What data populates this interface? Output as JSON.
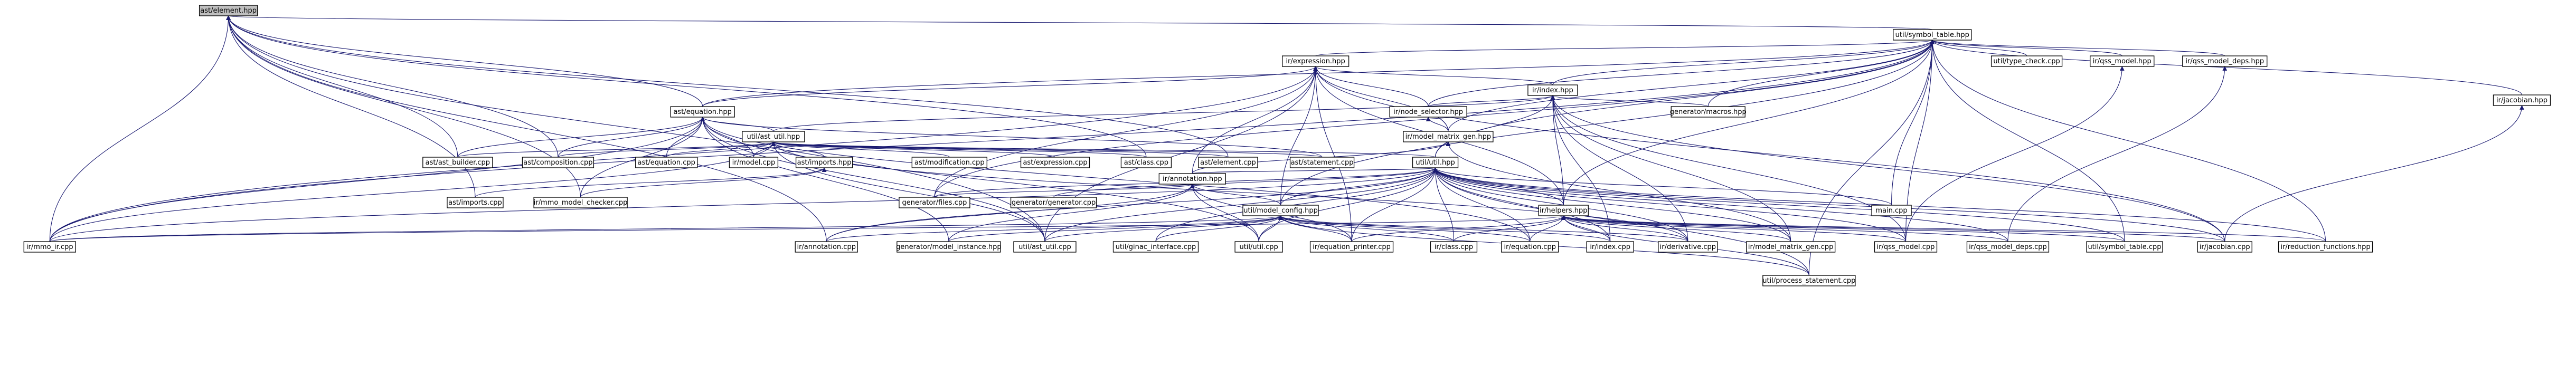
{
  "graph": {
    "root_node": "ast/element.hpp",
    "nodes": [
      {
        "id": "ast_element_hpp",
        "label": "ast/element.hpp",
        "color": "black",
        "kind": "root"
      },
      {
        "id": "util_symbol_table_hpp",
        "label": "util/symbol_table.hpp",
        "color": "black",
        "kind": "file"
      },
      {
        "id": "ir_expression_hpp",
        "label": "ir/expression.hpp",
        "color": "red",
        "kind": "header"
      },
      {
        "id": "ast_equation_hpp",
        "label": "ast/equation.hpp",
        "color": "black",
        "kind": "file"
      },
      {
        "id": "util_type_check_cpp",
        "label": "util/type_check.cpp",
        "color": "black",
        "kind": "file"
      },
      {
        "id": "ir_qss_model_hpp",
        "label": "ir/qss_model.hpp",
        "color": "red",
        "kind": "header"
      },
      {
        "id": "ir_qss_model_deps_hpp",
        "label": "ir/qss_model_deps.hpp",
        "color": "red",
        "kind": "header"
      },
      {
        "id": "ir_jacobian_hpp",
        "label": "ir/jacobian.hpp",
        "color": "red",
        "kind": "header"
      },
      {
        "id": "ir_index_hpp",
        "label": "ir/index.hpp",
        "color": "red",
        "kind": "header"
      },
      {
        "id": "generator_macros_hpp",
        "label": "generator/macros.hpp",
        "color": "red",
        "kind": "header"
      },
      {
        "id": "ir_node_selector_hpp",
        "label": "ir/node_selector.hpp",
        "color": "red",
        "kind": "header"
      },
      {
        "id": "ir_model_matrix_gen_hpp",
        "label": "ir/model_matrix_gen.hpp",
        "color": "red",
        "kind": "header"
      },
      {
        "id": "util_ast_util_hpp",
        "label": "util/ast_util.hpp",
        "color": "red",
        "kind": "header"
      },
      {
        "id": "ast_imports_hpp",
        "label": "ast/imports.hpp",
        "color": "red",
        "kind": "header"
      },
      {
        "id": "util_util_hpp",
        "label": "util/util.hpp",
        "color": "black",
        "kind": "file"
      },
      {
        "id": "ir_annotation_hpp",
        "label": "ir/annotation.hpp",
        "color": "red",
        "kind": "header"
      },
      {
        "id": "util_model_config_hpp",
        "label": "util/model_config.hpp",
        "color": "black",
        "kind": "file"
      },
      {
        "id": "ir_helpers_hpp",
        "label": "ir/helpers.hpp",
        "color": "red",
        "kind": "header"
      },
      {
        "id": "ast_ast_builder_cpp",
        "label": "ast/ast_builder.cpp",
        "color": "black",
        "kind": "source"
      },
      {
        "id": "ast_composition_cpp",
        "label": "ast/composition.cpp",
        "color": "black",
        "kind": "source"
      },
      {
        "id": "ast_equation_cpp",
        "label": "ast/equation.cpp",
        "color": "black",
        "kind": "source"
      },
      {
        "id": "ir_model_cpp",
        "label": "ir/model.cpp",
        "color": "black",
        "kind": "source"
      },
      {
        "id": "ast_modification_cpp",
        "label": "ast/modification.cpp",
        "color": "black",
        "kind": "source"
      },
      {
        "id": "ast_expression_cpp",
        "label": "ast/expression.cpp",
        "color": "black",
        "kind": "source"
      },
      {
        "id": "ast_class_cpp",
        "label": "ast/class.cpp",
        "color": "black",
        "kind": "source"
      },
      {
        "id": "ast_element_cpp",
        "label": "ast/element.cpp",
        "color": "black",
        "kind": "source"
      },
      {
        "id": "ast_statement_cpp",
        "label": "ast/statement.cpp",
        "color": "black",
        "kind": "source"
      },
      {
        "id": "main_cpp",
        "label": "main.cpp",
        "color": "black",
        "kind": "source"
      },
      {
        "id": "ast_imports_cpp",
        "label": "ast/imports.cpp",
        "color": "black",
        "kind": "source"
      },
      {
        "id": "ir_mmo_model_checker_cpp",
        "label": "ir/mmo_model_checker.cpp",
        "color": "black",
        "kind": "source"
      },
      {
        "id": "generator_files_cpp",
        "label": "generator/files.cpp",
        "color": "black",
        "kind": "source"
      },
      {
        "id": "generator_generator_cpp",
        "label": "generator/generator.cpp",
        "color": "black",
        "kind": "source"
      },
      {
        "id": "ir_mmo_ir_cpp",
        "label": "ir/mmo_ir.cpp",
        "color": "black",
        "kind": "source"
      },
      {
        "id": "ir_annotation_cpp",
        "label": "ir/annotation.cpp",
        "color": "black",
        "kind": "source"
      },
      {
        "id": "generator_model_instance_hpp",
        "label": "generator/model_instance.hpp",
        "color": "red",
        "kind": "header"
      },
      {
        "id": "util_ast_util_cpp",
        "label": "util/ast_util.cpp",
        "color": "black",
        "kind": "source"
      },
      {
        "id": "util_ginac_interface_cpp",
        "label": "util/ginac_interface.cpp",
        "color": "black",
        "kind": "source"
      },
      {
        "id": "util_util_cpp",
        "label": "util/util.cpp",
        "color": "black",
        "kind": "source"
      },
      {
        "id": "ir_equation_printer_cpp",
        "label": "ir/equation_printer.cpp",
        "color": "black",
        "kind": "source"
      },
      {
        "id": "ir_class_cpp",
        "label": "ir/class.cpp",
        "color": "black",
        "kind": "source"
      },
      {
        "id": "ir_equation_cpp",
        "label": "ir/equation.cpp",
        "color": "black",
        "kind": "source"
      },
      {
        "id": "ir_index_cpp",
        "label": "ir/index.cpp",
        "color": "black",
        "kind": "source"
      },
      {
        "id": "ir_derivative_cpp",
        "label": "ir/derivative.cpp",
        "color": "black",
        "kind": "source"
      },
      {
        "id": "ir_model_matrix_gen_cpp",
        "label": "ir/model_matrix_gen.cpp",
        "color": "black",
        "kind": "source"
      },
      {
        "id": "ir_qss_model_cpp",
        "label": "ir/qss_model.cpp",
        "color": "black",
        "kind": "source"
      },
      {
        "id": "ir_qss_model_deps_cpp",
        "label": "ir/qss_model_deps.cpp",
        "color": "black",
        "kind": "source"
      },
      {
        "id": "util_symbol_table_cpp",
        "label": "util/symbol_table.cpp",
        "color": "black",
        "kind": "source"
      },
      {
        "id": "ir_jacobian_cpp",
        "label": "ir/jacobian.cpp",
        "color": "black",
        "kind": "source"
      },
      {
        "id": "ir_reduction_functions_hpp",
        "label": "ir/reduction_functions.hpp",
        "color": "red",
        "kind": "header"
      },
      {
        "id": "util_process_statement_cpp",
        "label": "util/process_statement.cpp",
        "color": "black",
        "kind": "source"
      }
    ],
    "edges": [
      [
        "ast_element_hpp",
        "util_symbol_table_hpp"
      ],
      [
        "ast_element_hpp",
        "ast_equation_hpp"
      ],
      [
        "ast_element_hpp",
        "ast_ast_builder_cpp"
      ],
      [
        "ast_element_hpp",
        "ast_composition_cpp"
      ],
      [
        "ast_element_hpp",
        "ast_class_cpp"
      ],
      [
        "ast_element_hpp",
        "ast_element_cpp"
      ],
      [
        "ast_element_hpp",
        "ir_mmo_ir_cpp"
      ],
      [
        "ast_element_hpp",
        "ast_imports_cpp"
      ],
      [
        "ast_element_hpp",
        "ir_mmo_model_checker_cpp"
      ],
      [
        "ast_element_hpp",
        "util_ast_util_cpp"
      ],
      [
        "ast_element_hpp",
        "ir_annotation_cpp"
      ],
      [
        "util_symbol_table_hpp",
        "ir_expression_hpp"
      ],
      [
        "util_symbol_table_hpp",
        "util_type_check_cpp"
      ],
      [
        "util_symbol_table_hpp",
        "ir_qss_model_hpp"
      ],
      [
        "util_symbol_table_hpp",
        "ir_qss_model_deps_hpp"
      ],
      [
        "util_symbol_table_hpp",
        "ir_jacobian_hpp"
      ],
      [
        "util_symbol_table_hpp",
        "ir_index_hpp"
      ],
      [
        "util_symbol_table_hpp",
        "generator_macros_hpp"
      ],
      [
        "util_symbol_table_hpp",
        "ir_node_selector_hpp"
      ],
      [
        "util_symbol_table_hpp",
        "ir_model_matrix_gen_hpp"
      ],
      [
        "util_symbol_table_hpp",
        "util_util_hpp"
      ],
      [
        "util_symbol_table_hpp",
        "util_model_config_hpp"
      ],
      [
        "util_symbol_table_hpp",
        "ir_helpers_hpp"
      ],
      [
        "util_symbol_table_hpp",
        "main_cpp"
      ],
      [
        "util_symbol_table_hpp",
        "ir_mmo_ir_cpp"
      ],
      [
        "util_symbol_table_hpp",
        "generator_files_cpp"
      ],
      [
        "util_symbol_table_hpp",
        "util_symbol_table_cpp"
      ],
      [
        "util_symbol_table_hpp",
        "ir_qss_model_cpp"
      ],
      [
        "util_symbol_table_hpp",
        "ir_reduction_functions_hpp"
      ],
      [
        "util_symbol_table_hpp",
        "util_process_statement_cpp"
      ],
      [
        "util_symbol_table_hpp",
        "ast_equation_hpp"
      ],
      [
        "ir_expression_hpp",
        "ir_index_hpp"
      ],
      [
        "ir_expression_hpp",
        "ast_equation_hpp"
      ],
      [
        "ir_expression_hpp",
        "ir_node_selector_hpp"
      ],
      [
        "ir_expression_hpp",
        "ir_model_matrix_gen_hpp"
      ],
      [
        "ir_expression_hpp",
        "ir_annotation_hpp"
      ],
      [
        "ir_expression_hpp",
        "util_model_config_hpp"
      ],
      [
        "ir_expression_hpp",
        "ir_helpers_hpp"
      ],
      [
        "ir_expression_hpp",
        "generator_files_cpp"
      ],
      [
        "ir_expression_hpp",
        "ir_mmo_ir_cpp"
      ],
      [
        "ir_expression_hpp",
        "ir_jacobian_cpp"
      ],
      [
        "ir_expression_hpp",
        "util_ast_util_cpp"
      ],
      [
        "ir_expression_hpp",
        "ir_equation_printer_cpp"
      ],
      [
        "ast_equation_hpp",
        "util_ast_util_hpp"
      ],
      [
        "ast_equation_hpp",
        "ast_ast_builder_cpp"
      ],
      [
        "ast_equation_hpp",
        "ast_composition_cpp"
      ],
      [
        "ast_equation_hpp",
        "ast_equation_cpp"
      ],
      [
        "ast_equation_hpp",
        "ir_model_cpp"
      ],
      [
        "ast_equation_hpp",
        "ast_statement_cpp"
      ],
      [
        "ast_equation_hpp",
        "ir_mmo_ir_cpp"
      ],
      [
        "ast_equation_hpp",
        "ir_mmo_model_checker_cpp"
      ],
      [
        "ast_equation_hpp",
        "util_ast_util_cpp"
      ],
      [
        "ast_equation_hpp",
        "generator_model_instance_hpp"
      ],
      [
        "ast_equation_hpp",
        "ir_equation_cpp"
      ],
      [
        "ast_equation_hpp",
        "util_util_cpp"
      ],
      [
        "ir_qss_model_hpp",
        "ir_qss_model_cpp"
      ],
      [
        "ir_qss_model_deps_hpp",
        "ir_qss_model_deps_cpp"
      ],
      [
        "ir_jacobian_hpp",
        "ir_jacobian_cpp"
      ],
      [
        "ir_index_hpp",
        "ir_node_selector_hpp"
      ],
      [
        "ir_index_hpp",
        "generator_macros_hpp"
      ],
      [
        "ir_index_hpp",
        "util_util_hpp"
      ],
      [
        "ir_index_hpp",
        "ir_helpers_hpp"
      ],
      [
        "ir_index_hpp",
        "ir_index_cpp"
      ],
      [
        "ir_index_hpp",
        "ir_derivative_cpp"
      ],
      [
        "ir_index_hpp",
        "ir_model_matrix_gen_cpp"
      ],
      [
        "ir_index_hpp",
        "ir_qss_model_cpp"
      ],
      [
        "ir_index_hpp",
        "ir_jacobian_cpp"
      ],
      [
        "ir_index_hpp",
        "util_ast_util_hpp"
      ],
      [
        "ir_node_selector_hpp",
        "ir_model_matrix_gen_hpp"
      ],
      [
        "ir_model_matrix_gen_hpp",
        "ir_annotation_hpp"
      ],
      [
        "ir_model_matrix_gen_hpp",
        "ir_model_matrix_gen_cpp"
      ],
      [
        "util_ast_util_hpp",
        "ast_ast_builder_cpp"
      ],
      [
        "util_ast_util_hpp",
        "ast_composition_cpp"
      ],
      [
        "util_ast_util_hpp",
        "ast_equation_cpp"
      ],
      [
        "util_ast_util_hpp",
        "ir_model_cpp"
      ],
      [
        "util_ast_util_hpp",
        "ast_imports_hpp"
      ],
      [
        "util_ast_util_hpp",
        "ast_modification_cpp"
      ],
      [
        "util_ast_util_hpp",
        "ast_expression_cpp"
      ],
      [
        "util_ast_util_hpp",
        "ast_class_cpp"
      ],
      [
        "util_ast_util_hpp",
        "ast_element_cpp"
      ],
      [
        "util_ast_util_hpp",
        "ast_statement_cpp"
      ],
      [
        "util_ast_util_hpp",
        "util_util_hpp"
      ],
      [
        "util_ast_util_hpp",
        "util_ast_util_cpp"
      ],
      [
        "util_ast_util_hpp",
        "ir_mmo_ir_cpp"
      ],
      [
        "util_ast_util_hpp",
        "ir_derivative_cpp"
      ],
      [
        "ast_imports_hpp",
        "ast_imports_cpp"
      ],
      [
        "ast_imports_hpp",
        "ir_mmo_model_checker_cpp"
      ],
      [
        "util_util_hpp",
        "ir_annotation_hpp"
      ],
      [
        "util_util_hpp",
        "util_model_config_hpp"
      ],
      [
        "util_util_hpp",
        "ir_helpers_hpp"
      ],
      [
        "util_util_hpp",
        "main_cpp"
      ],
      [
        "util_util_hpp",
        "generator_files_cpp"
      ],
      [
        "util_util_hpp",
        "generator_generator_cpp"
      ],
      [
        "util_util_hpp",
        "ir_mmo_ir_cpp"
      ],
      [
        "util_util_hpp",
        "ir_annotation_cpp"
      ],
      [
        "util_util_hpp",
        "util_ast_util_cpp"
      ],
      [
        "util_util_hpp",
        "util_ginac_interface_cpp"
      ],
      [
        "util_util_hpp",
        "util_util_cpp"
      ],
      [
        "util_util_hpp",
        "ir_equation_printer_cpp"
      ],
      [
        "util_util_hpp",
        "ir_class_cpp"
      ],
      [
        "util_util_hpp",
        "ir_equation_cpp"
      ],
      [
        "util_util_hpp",
        "ir_index_cpp"
      ],
      [
        "util_util_hpp",
        "ir_derivative_cpp"
      ],
      [
        "util_util_hpp",
        "ir_model_matrix_gen_cpp"
      ],
      [
        "util_util_hpp",
        "ir_qss_model_cpp"
      ],
      [
        "util_util_hpp",
        "ir_qss_model_deps_cpp"
      ],
      [
        "util_util_hpp",
        "util_symbol_table_cpp"
      ],
      [
        "util_util_hpp",
        "ir_jacobian_cpp"
      ],
      [
        "util_util_hpp",
        "ir_reduction_functions_hpp"
      ],
      [
        "util_util_hpp",
        "util_process_statement_cpp"
      ],
      [
        "ir_annotation_hpp",
        "util_model_config_hpp"
      ],
      [
        "ir_annotation_hpp",
        "generator_files_cpp"
      ],
      [
        "ir_annotation_hpp",
        "ir_annotation_cpp"
      ],
      [
        "ir_annotation_hpp",
        "generator_model_instance_hpp"
      ],
      [
        "ir_annotation_hpp",
        "util_util_cpp"
      ],
      [
        "ir_annotation_hpp",
        "ir_equation_printer_cpp"
      ],
      [
        "util_model_config_hpp",
        "ir_mmo_ir_cpp"
      ],
      [
        "util_model_config_hpp",
        "ir_annotation_cpp"
      ],
      [
        "util_model_config_hpp",
        "generator_model_instance_hpp"
      ],
      [
        "util_model_config_hpp",
        "util_ast_util_cpp"
      ],
      [
        "util_model_config_hpp",
        "util_ginac_interface_cpp"
      ],
      [
        "util_model_config_hpp",
        "util_util_cpp"
      ],
      [
        "util_model_config_hpp",
        "ir_equation_printer_cpp"
      ],
      [
        "util_model_config_hpp",
        "ir_class_cpp"
      ],
      [
        "util_model_config_hpp",
        "ir_equation_cpp"
      ],
      [
        "util_model_config_hpp",
        "ir_index_cpp"
      ],
      [
        "util_model_config_hpp",
        "ir_derivative_cpp"
      ],
      [
        "util_model_config_hpp",
        "util_process_statement_cpp"
      ],
      [
        "ir_helpers_hpp",
        "ir_mmo_ir_cpp"
      ],
      [
        "ir_helpers_hpp",
        "ir_equation_printer_cpp"
      ],
      [
        "ir_helpers_hpp",
        "ir_class_cpp"
      ],
      [
        "ir_helpers_hpp",
        "ir_equation_cpp"
      ],
      [
        "ir_helpers_hpp",
        "ir_index_cpp"
      ],
      [
        "ir_helpers_hpp",
        "ir_derivative_cpp"
      ],
      [
        "ir_helpers_hpp",
        "ir_model_matrix_gen_cpp"
      ],
      [
        "ir_helpers_hpp",
        "ir_qss_model_cpp"
      ],
      [
        "ir_helpers_hpp",
        "ir_qss_model_deps_cpp"
      ],
      [
        "ir_helpers_hpp",
        "util_symbol_table_cpp"
      ],
      [
        "ir_helpers_hpp",
        "ir_jacobian_cpp"
      ],
      [
        "ir_helpers_hpp",
        "ir_reduction_functions_hpp"
      ],
      [
        "ir_helpers_hpp",
        "util_process_statement_cpp"
      ]
    ]
  },
  "colors": {
    "edge": "#191970",
    "node_fill": "#ffffff",
    "root_fill": "#bfbfbf",
    "node_stroke": "#000000",
    "text_black": "#000000",
    "text_red": "#ff0000"
  }
}
